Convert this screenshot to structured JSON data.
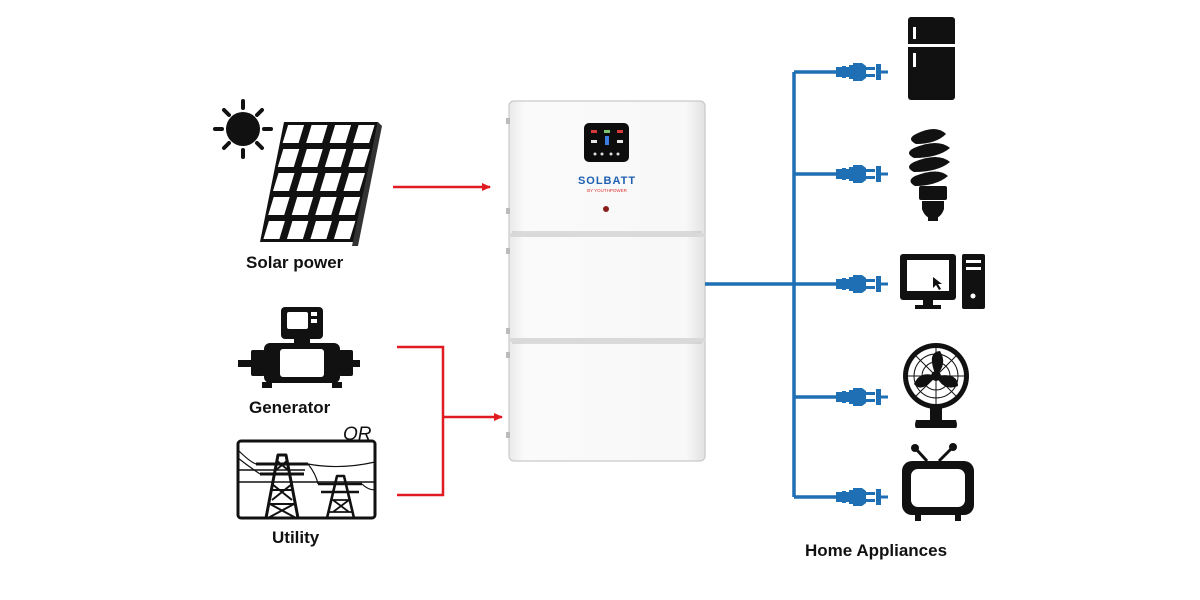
{
  "sources": {
    "solar": {
      "label": "Solar power",
      "icon": "solar-panel-icon"
    },
    "generator": {
      "label": "Generator",
      "icon": "generator-icon"
    },
    "or_text": "OR",
    "utility": {
      "label": "Utility",
      "icon": "power-tower-icon"
    }
  },
  "system": {
    "brand": "SOLBATT",
    "sub_brand": "BY YOUTHPOWER",
    "icon": "battery-inverter-cabinet-icon"
  },
  "loads": {
    "label": "Home Appliances",
    "items": [
      {
        "name": "refrigerator",
        "icon": "refrigerator-icon"
      },
      {
        "name": "light bulb",
        "icon": "cfl-bulb-icon"
      },
      {
        "name": "computer",
        "icon": "desktop-computer-icon"
      },
      {
        "name": "fan",
        "icon": "desk-fan-icon"
      },
      {
        "name": "television",
        "icon": "tv-icon"
      }
    ]
  },
  "colors": {
    "input_line": "#e01b22",
    "output_line": "#1f6fb4",
    "icon": "#111111"
  }
}
